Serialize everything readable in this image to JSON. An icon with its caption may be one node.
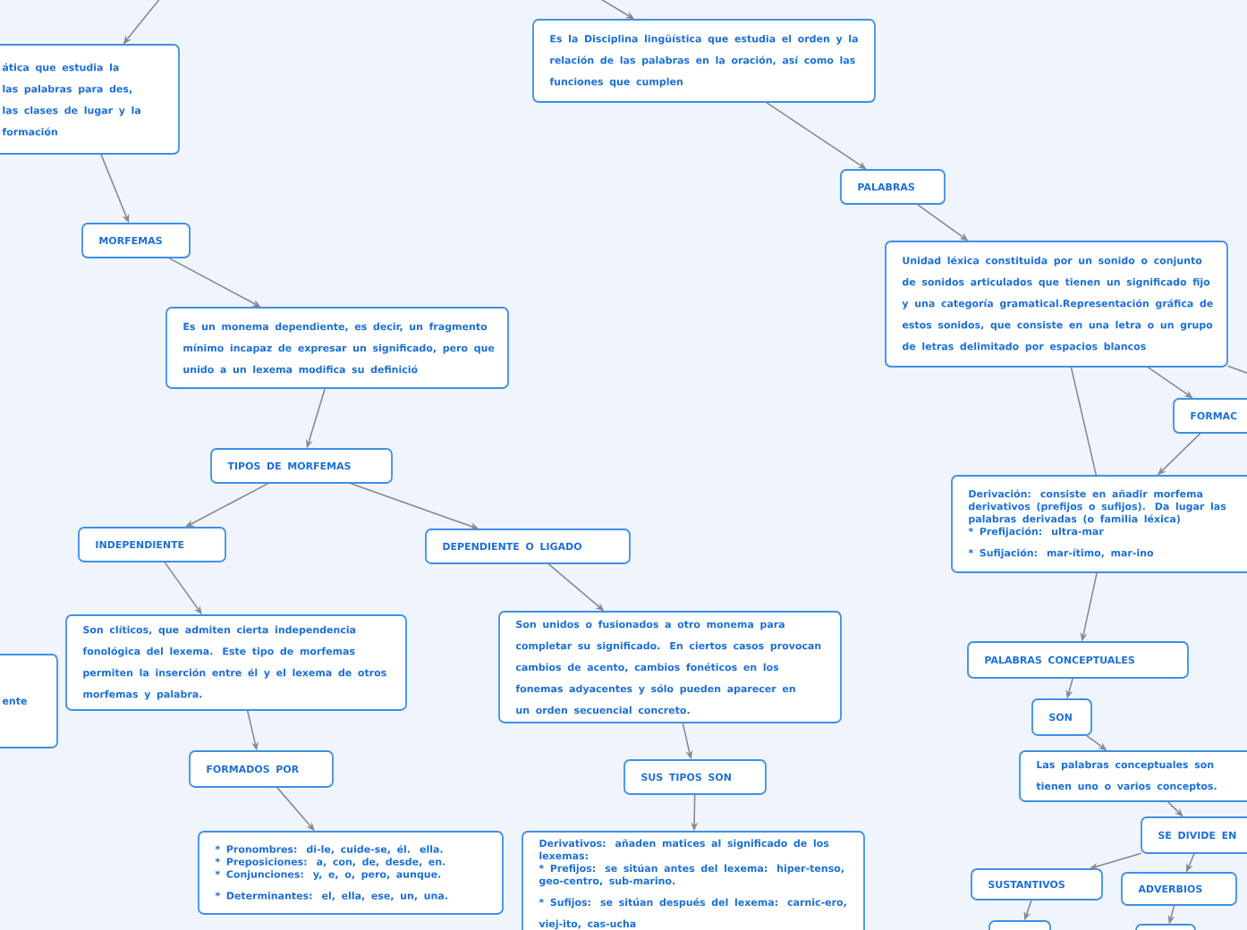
{
  "diagram": {
    "nodes": [
      {
        "text": [
          "ática que estudia la las palabras para des, las clases de lugar y la formación"
        ]
      },
      {
        "text": [
          "Es la Disciplina lingüística que estudia el orden y la relación de las palabras en la oración, así como las funciones que cumplen"
        ]
      },
      {
        "text": [
          "MORFEMAS"
        ]
      },
      {
        "text": [
          "Es un monema dependiente, es decir, un fragmento mínimo incapaz de expresar un significado, pero que unido a un lexema modifica su definició"
        ]
      },
      {
        "text": [
          "TIPOS DE MORFEMAS"
        ]
      },
      {
        "text": [
          "INDEPENDIENTE"
        ]
      },
      {
        "text": [
          "DEPENDIENTE O LIGADO"
        ]
      },
      {
        "text": [
          "Son clíticos, que admiten cierta independencia fonológica del lexema. Este tipo de morfemas permiten la inserción entre él y el lexema de otros morfemas y palabra."
        ]
      },
      {
        "text": [
          "ente"
        ]
      },
      {
        "text": [
          "FORMADOS POR"
        ]
      },
      {
        "text": [
          "Son unidos o fusionados a otro monema para completar su significado. En ciertos casos provocan cambios de acento, cambios fonéticos en los fonemas adyacentes y sólo pueden aparecer en un orden secuencial concreto."
        ]
      },
      {
        "text": [
          "SUS TIPOS SON"
        ]
      },
      {
        "text": [
          "* Pronombres: di-le, cuide-se, él. ella.",
          "* Preposiciones: a, con, de, desde, en.",
          "* Conjunciones: y, e, o, pero, aunque.",
          "* Determinantes: el, ella, ese, un, una."
        ]
      },
      {
        "text": [
          "Derivativos: añaden matices al significado de los lexemas:",
          "* Prefijos: se sitúan antes del lexema: hiper-tenso, geo-centro, sub-marino.",
          "* Sufijos: se sitúan después del lexema: carnic-ero, viej-ito, cas-ucha"
        ]
      },
      {
        "text": [
          "PALABRAS"
        ]
      },
      {
        "text": [
          "Unidad léxica constituida por un sonido o conjunto de sonidos articulados que tienen un significado fijo y una categoría gramatical.Representación gráfica de estos sonidos, que consiste en una letra o un grupo de letras delimitado por espacios blancos"
        ]
      },
      {
        "text": [
          "FORMAC"
        ]
      },
      {
        "text": [
          "Derivación: consiste en añadir morfema derivativos (prefijos o sufijos). Da lugar las palabras derivadas (o familia léxica)",
          "* Prefijación: ultra-mar",
          "* Sufijación: mar-ítimo, mar-ino"
        ]
      },
      {
        "text": [
          "PALABRAS CONCEPTUALES"
        ]
      },
      {
        "text": [
          "SON"
        ]
      },
      {
        "text": [
          "Las palabras conceptuales son tienen uno o varios conceptos."
        ]
      },
      {
        "text": [
          "SE DIVIDE EN"
        ]
      },
      {
        "text": [
          "SUSTANTIVOS"
        ]
      },
      {
        "text": [
          "ADVERBIOS"
        ]
      },
      {
        "text": [],
        "shape": "box"
      },
      {
        "text": [],
        "shape": "box"
      }
    ],
    "edges": [
      {
        "from": null,
        "to": 0,
        "arrow": "to"
      },
      {
        "from": 0,
        "to": 2,
        "arrow": "to"
      },
      {
        "from": 2,
        "to": 3,
        "arrow": "to"
      },
      {
        "from": 3,
        "to": 4,
        "arrow": "to"
      },
      {
        "from": 4,
        "to": 5,
        "arrow": "to"
      },
      {
        "from": 4,
        "to": 6,
        "arrow": "to"
      },
      {
        "from": 5,
        "to": 7,
        "arrow": "to"
      },
      {
        "from": 7,
        "to": 9,
        "arrow": "to"
      },
      {
        "from": 9,
        "to": 12,
        "arrow": "to"
      },
      {
        "from": 6,
        "to": 10,
        "arrow": "to"
      },
      {
        "from": 10,
        "to": 11,
        "arrow": "to"
      },
      {
        "from": 11,
        "to": 13,
        "arrow": "to"
      },
      {
        "from": null,
        "to": 1,
        "arrow": "to"
      },
      {
        "from": 1,
        "to": 14,
        "arrow": "to"
      },
      {
        "from": 14,
        "to": 15,
        "arrow": "to"
      },
      {
        "from": 15,
        "to": 16,
        "arrow": "to"
      },
      {
        "from": 15,
        "to": null,
        "arrow": "none"
      },
      {
        "from": 15,
        "to": 17,
        "arrow": "none"
      },
      {
        "from": 16,
        "to": 17,
        "arrow": "to"
      },
      {
        "from": 17,
        "to": 18,
        "arrow": "to"
      },
      {
        "from": 18,
        "to": 19,
        "arrow": "to"
      },
      {
        "from": 19,
        "to": 20,
        "arrow": "to"
      },
      {
        "from": 20,
        "to": 21,
        "arrow": "to"
      },
      {
        "from": 21,
        "to": 22,
        "arrow": "to"
      },
      {
        "from": 21,
        "to": 23,
        "arrow": "to"
      },
      {
        "from": 22,
        "to": 24,
        "arrow": "to"
      },
      {
        "from": 23,
        "to": 25,
        "arrow": "to"
      }
    ]
  }
}
